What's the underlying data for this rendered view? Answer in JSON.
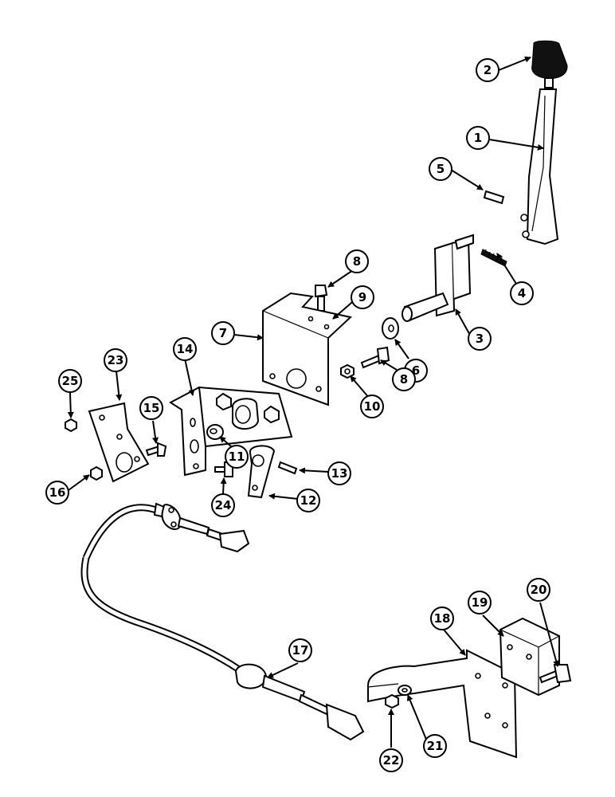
{
  "callouts": [
    "1",
    "2",
    "3",
    "4",
    "5",
    "6",
    "7",
    "8",
    "8",
    "9",
    "10",
    "11",
    "12",
    "13",
    "14",
    "15",
    "16",
    "17",
    "18",
    "19",
    "20",
    "21",
    "22",
    "23",
    "24",
    "25"
  ]
}
